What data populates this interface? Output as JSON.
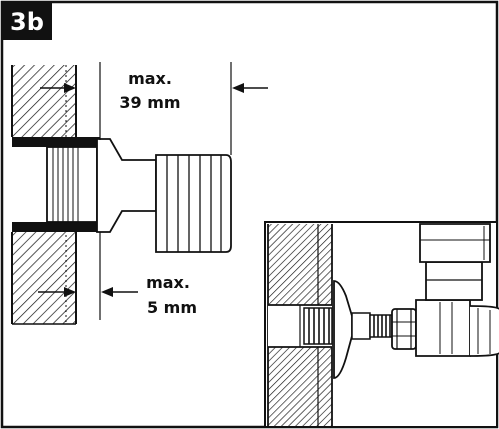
{
  "figure": {
    "step_label": "3b",
    "dimension_top": {
      "line1": "max.",
      "line2": "39 mm"
    },
    "dimension_bottom": {
      "line1": "max.",
      "line2": "5 mm"
    }
  },
  "colors": {
    "ink": "#111111",
    "paper": "#ffffff"
  }
}
